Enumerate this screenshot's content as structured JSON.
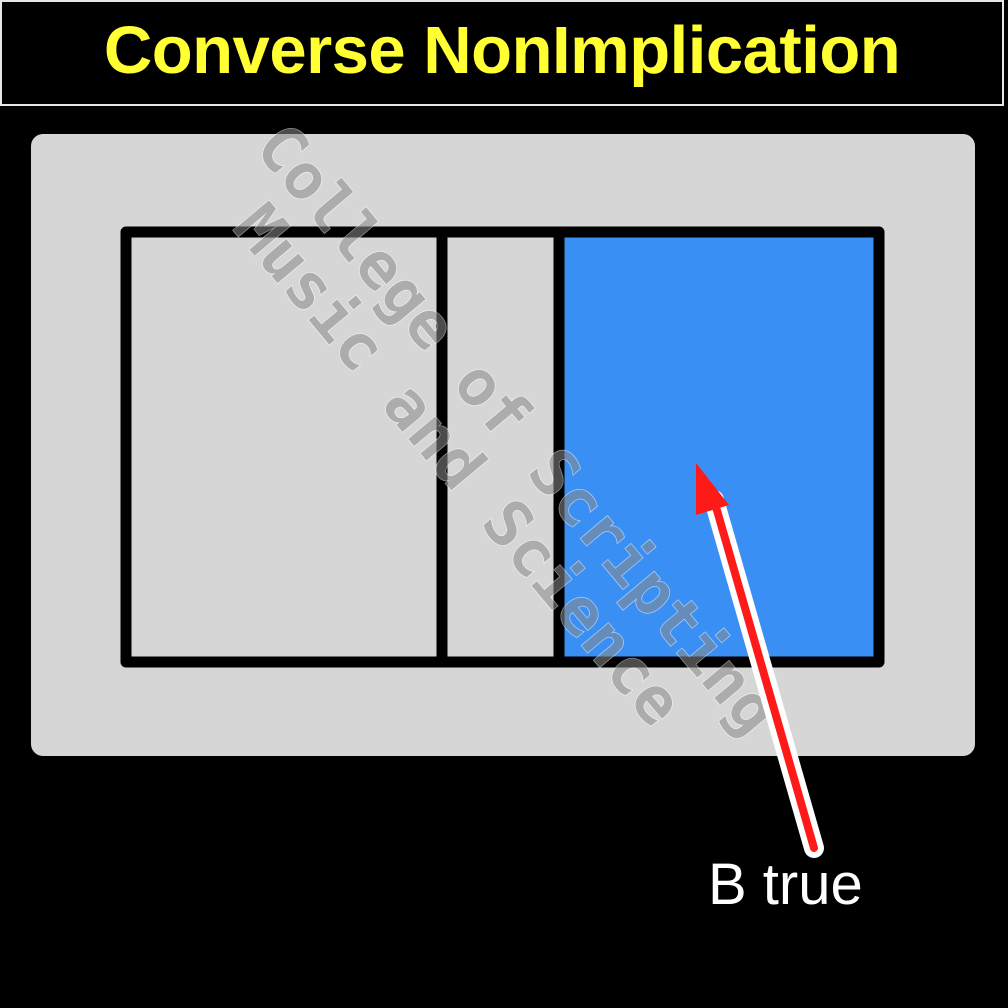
{
  "title": "Converse NonImplication",
  "watermark": {
    "line1": "College of Scripting",
    "line2": "Music and Science"
  },
  "callout": {
    "label": "B true",
    "arrow_color": "#ff1a1a"
  },
  "colors": {
    "background": "#000000",
    "title_text": "#ffff33",
    "panel": "#d6d6d6",
    "region_highlight": "#3a8ff5",
    "outline": "#000000",
    "label_text": "#ffffff"
  }
}
